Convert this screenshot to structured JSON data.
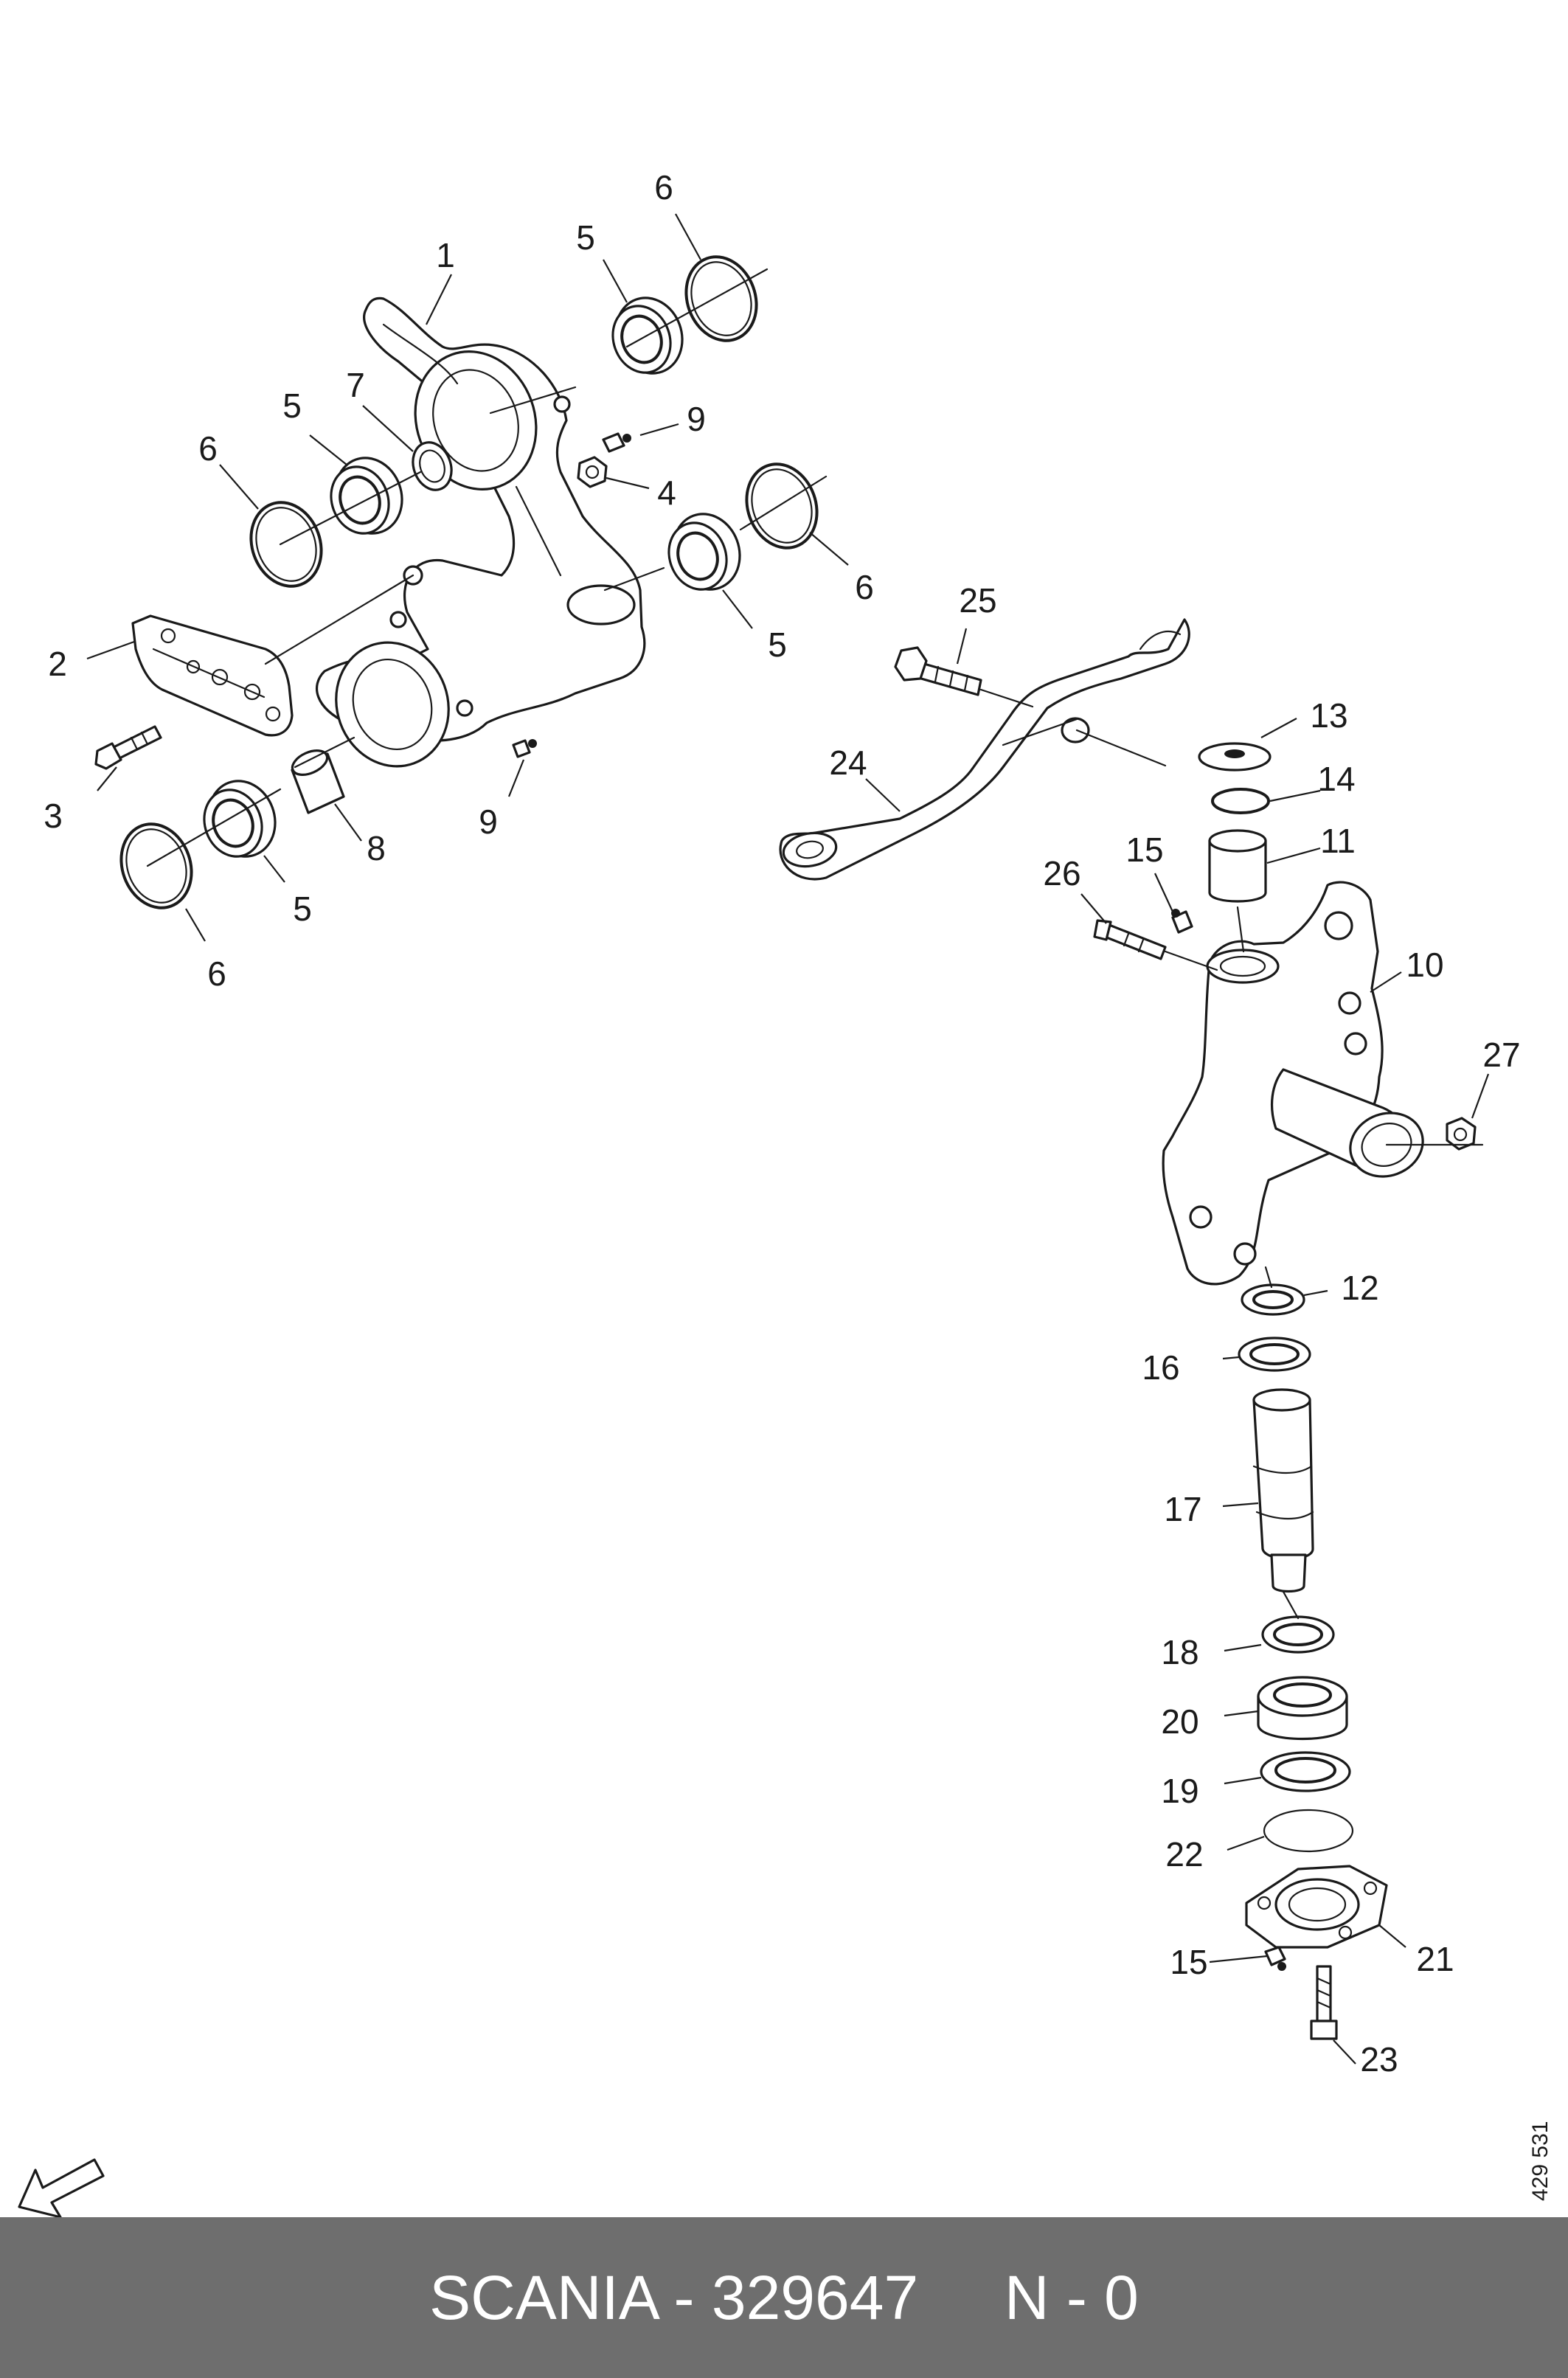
{
  "diagram": {
    "callouts": [
      {
        "id": "c1",
        "text": "1"
      },
      {
        "id": "c2",
        "text": "2"
      },
      {
        "id": "c3",
        "text": "3"
      },
      {
        "id": "c4",
        "text": "4"
      },
      {
        "id": "c5a",
        "text": "5"
      },
      {
        "id": "c5b",
        "text": "5"
      },
      {
        "id": "c5c",
        "text": "5"
      },
      {
        "id": "c5d",
        "text": "5"
      },
      {
        "id": "c6a",
        "text": "6"
      },
      {
        "id": "c6b",
        "text": "6"
      },
      {
        "id": "c6c",
        "text": "6"
      },
      {
        "id": "c6d",
        "text": "6"
      },
      {
        "id": "c7",
        "text": "7"
      },
      {
        "id": "c8",
        "text": "8"
      },
      {
        "id": "c9a",
        "text": "9"
      },
      {
        "id": "c9b",
        "text": "9"
      },
      {
        "id": "c10",
        "text": "10"
      },
      {
        "id": "c11",
        "text": "11"
      },
      {
        "id": "c12",
        "text": "12"
      },
      {
        "id": "c13",
        "text": "13"
      },
      {
        "id": "c14",
        "text": "14"
      },
      {
        "id": "c15a",
        "text": "15"
      },
      {
        "id": "c15b",
        "text": "15"
      },
      {
        "id": "c16",
        "text": "16"
      },
      {
        "id": "c17",
        "text": "17"
      },
      {
        "id": "c18",
        "text": "18"
      },
      {
        "id": "c19",
        "text": "19"
      },
      {
        "id": "c20",
        "text": "20"
      },
      {
        "id": "c21",
        "text": "21"
      },
      {
        "id": "c22",
        "text": "22"
      },
      {
        "id": "c23",
        "text": "23"
      },
      {
        "id": "c24",
        "text": "24"
      },
      {
        "id": "c25",
        "text": "25"
      },
      {
        "id": "c26",
        "text": "26"
      },
      {
        "id": "c27",
        "text": "27"
      }
    ],
    "reference_number": "429 531"
  },
  "footer": {
    "text": "SCANIA - 329647     N - 0",
    "background_color": "#6e6e6e",
    "text_color": "#ffffff"
  }
}
